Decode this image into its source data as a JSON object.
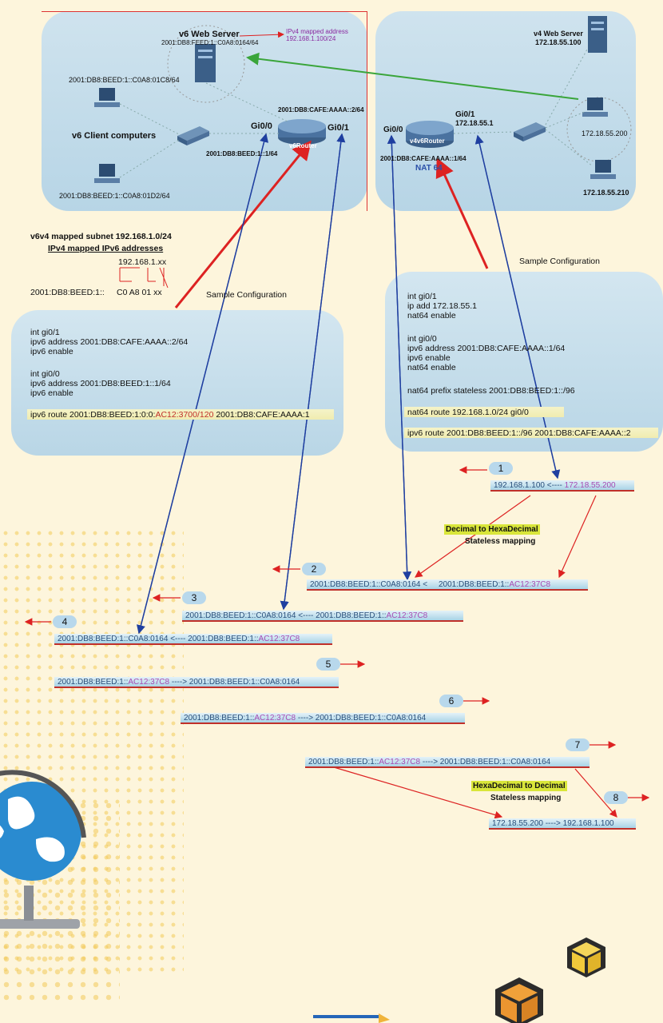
{
  "v6_side": {
    "web_server_title": "v6 Web Server",
    "web_server_addr": "2001:DB8:FEED:1::C0A8:0164/64",
    "mapped_note": "IPv4 mapped address 192.168.1.100/24",
    "pc1_addr": "2001:DB8:BEED:1::C0A8:01C8/64",
    "client_label": "v6 Client computers",
    "pc2_addr": "2001:DB8:BEED:1::C0A8:01D2/64",
    "router_label": "v6Router",
    "gi00": "Gi0/0",
    "gi01": "Gi0/1",
    "gi01_addr": "2001:DB8:CAFE:AAAA::2/64",
    "gi00_addr": "2001:DB8:BEED:1::1/64"
  },
  "v4_side": {
    "web_server_title": "v4 Web Server",
    "web_server_addr": "172.18.55.100",
    "gi01": "Gi0/1",
    "gi01_addr": "172.18.55.1",
    "gi00": "Gi0/0",
    "router_label": "v4v6Router",
    "router_addr": "2001:DB8:CAFE:AAAA::1/64",
    "nat_label": "NAT 64",
    "pc1_addr": "172.18.55.200",
    "pc2_addr": "172.18.55.210"
  },
  "mapping": {
    "subnet_title": "v6v4 mapped subnet 192.168.1.0/24",
    "ipv4_mapped": "IPv4 mapped IPv6 addresses",
    "v4_example": "192.168.1.xx",
    "v6_example_prefix": "2001:DB8:BEED:1::",
    "v6_example_hex": "C0 A8 01 xx"
  },
  "config_left": {
    "title": "Sample Configuration",
    "lines": [
      "int gi0/1",
      "ipv6 address 2001:DB8:CAFE:AAAA::2/64",
      "ipv6 enable",
      "",
      "int gi0/0",
      "ipv6 address 2001:DB8:BEED:1::1/64",
      "ipv6 enable"
    ],
    "route_prefix": "ipv6 route 2001:DB8:BEED:1:0:0:",
    "route_mid": "AC12:3700/120",
    "route_suffix": " 2001:DB8:CAFE:AAAA:1"
  },
  "config_right": {
    "title": "Sample Configuration",
    "lines": [
      "int gi0/1",
      "ip add 172.18.55.1",
      "nat64 enable",
      "",
      "int gi0/0",
      "ipv6 address 2001:DB8:CAFE:AAAA::1/64",
      "ipv6 enable",
      "nat64 enable",
      "",
      "nat64 prefix stateless 2001:DB8:BEED:1::/96"
    ],
    "route1": "nat64 route 192.168.1.0/24 gi0/0",
    "route2": "ipv6 route 2001:DB8:BEED:1::/96 2001:DB8:CAFE:AAAA::2"
  },
  "steps": {
    "n1": "1",
    "n2": "2",
    "n3": "3",
    "n4": "4",
    "n5": "5",
    "n6": "6",
    "n7": "7",
    "n8": "8",
    "s1_a": "192.168.1.100 <---- ",
    "s1_b": "172.18.55.200",
    "s2_a": "2001:DB8:BEED:1::C0A8:0164 <",
    "s2_b": "2001:DB8:BEED:1::",
    "s2_c": "AC12:37C8",
    "s3_a": "2001:DB8:BEED:1::C0A8:0164 <---- 2001:DB8:BEED:1::",
    "s3_b": "AC12:37C8",
    "s4_a": "2001:DB8:BEED:1::C0A8:0164 <---- 2001:DB8:BEED:1::",
    "s4_b": "AC12:37C8",
    "s5_a": "2001:DB8:BEED:1::",
    "s5_b": "AC12:37C8",
    "s5_c": " ----> 2001:DB8:BEED:1::C0A8:0164",
    "s6_a": "2001:DB8:BEED:1::",
    "s6_b": "AC12:37C8",
    "s6_c": " ----> 2001:DB8:BEED:1::C0A8:0164",
    "s7_a": "2001:DB8:BEED:1::",
    "s7_b": "AC12:37C8",
    "s7_c": " ----> 2001:DB8:BEED:1::C0A8:0164",
    "s8_a": "172.18.55.200 ----> 192.168.1.100",
    "dec_to_hex_1": "Decimal to HexaDecimal",
    "dec_to_hex_2": "Stateless mapping",
    "hex_to_dec_1": "HexaDecimal to Decimal",
    "hex_to_dec_2": "Stateless mapping"
  }
}
